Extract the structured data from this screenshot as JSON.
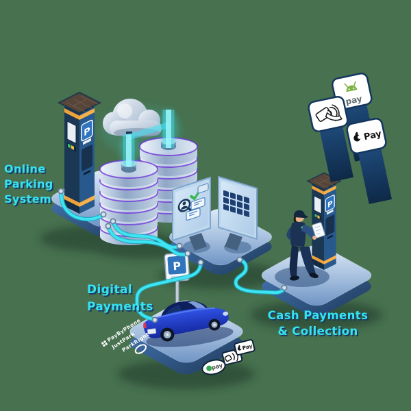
{
  "scene": {
    "background_color": "#47714F",
    "wire_color": "#3FE4F2",
    "label_color": "#35E3F3",
    "label_shadow_color": "#1B3C63"
  },
  "labels": {
    "online_parking": {
      "lines": [
        "Online",
        "Parking",
        "System"
      ]
    },
    "digital_payments": {
      "lines": [
        "Digital",
        "Payments"
      ]
    },
    "cash_payments": {
      "lines": [
        "Cash Payments",
        "& Collection"
      ]
    }
  },
  "payment_cards": {
    "android_pay": {
      "label": "pay",
      "icon": "android-robot-icon",
      "logo_color": "#7CB342"
    },
    "contactless": {
      "icon": "contactless-hand-icon"
    },
    "apple_pay": {
      "label": "Pay",
      "icon": "apple-logo-icon"
    }
  },
  "platform_badges": {
    "gpay_label": "pay",
    "apple_pay_label": "Pay"
  },
  "signs": {
    "street_parking_letter": "P",
    "kiosk_parking_letter": "P"
  },
  "parking_apps": [
    {
      "name": "PayByPhone"
    },
    {
      "name": "JustPark"
    },
    {
      "name": "ParkRight"
    }
  ],
  "icons": {
    "cloud": "cloud-icon",
    "server": "server-tower-icon",
    "kiosk": "parking-meter-icon",
    "monitors": "dual-monitor-icon",
    "check": "green-check-icon",
    "search_user": "magnifier-person-icon",
    "app_grid": "app-grid-icon",
    "car": "blue-car-icon",
    "attendant": "parking-attendant-icon"
  }
}
